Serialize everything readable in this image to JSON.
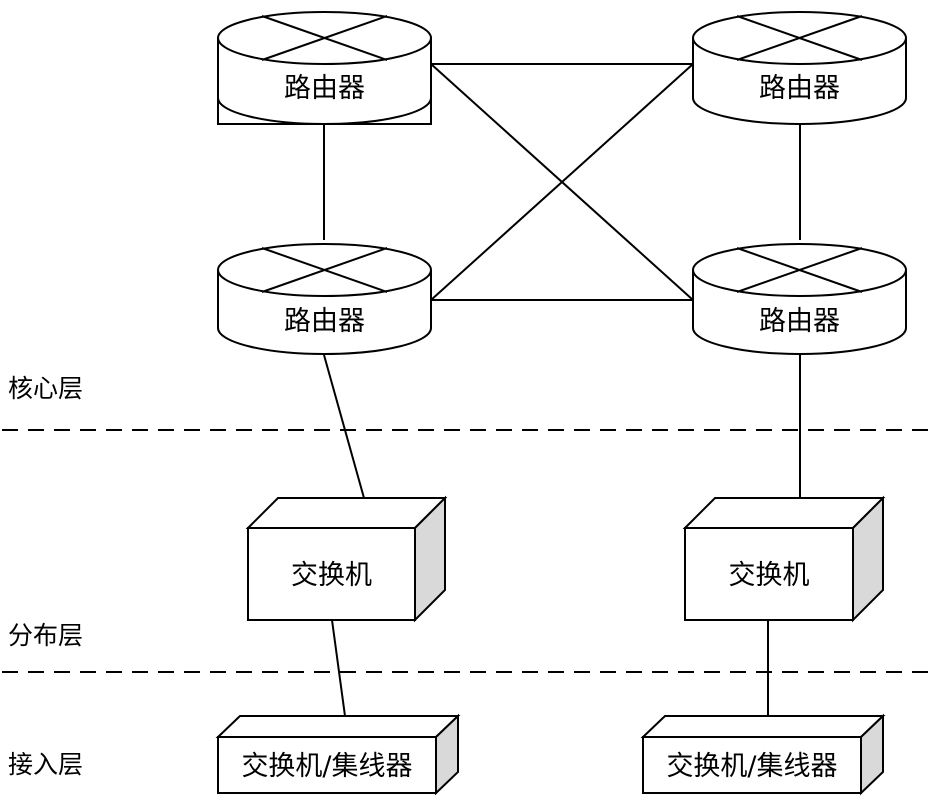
{
  "layers": {
    "core": "核心层",
    "distribution": "分布层",
    "access": "接入层"
  },
  "nodes": {
    "router_top_left": "路由器",
    "router_top_right": "路由器",
    "router_bottom_left": "路由器",
    "router_bottom_right": "路由器",
    "switch_left": "交换机",
    "switch_right": "交换机",
    "access_left": "交换机/集线器",
    "access_right": "交换机/集线器"
  },
  "colors": {
    "line": "#000000",
    "fill": "#ffffff",
    "shade": "#d9d9d9"
  }
}
